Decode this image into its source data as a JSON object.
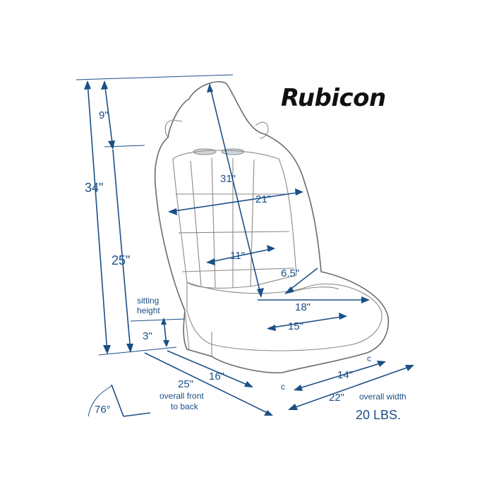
{
  "brand": "Rubicon",
  "dimensions": {
    "overall_height": "34\"",
    "head_height": "9\"",
    "back_height": "25\"",
    "back_diagonal": "31\"",
    "back_width": "21\"",
    "inner_width": "11\"",
    "bolster_height": "6.5\"",
    "seat_width": "18\"",
    "seat_inner_width": "15\"",
    "sitting_height_label_1": "sitting",
    "sitting_height_label_2": "height",
    "sitting_height": "3\"",
    "seat_depth": "16\"",
    "overall_depth": "25\"",
    "overall_depth_label_1": "overall front",
    "overall_depth_label_2": "to back",
    "base_width": "14\"",
    "overall_width": "22\"",
    "overall_width_label": "overall width",
    "angle": "76°",
    "weight": "20 LBS.",
    "c_mark": "c"
  },
  "colors": {
    "dimension": "#1b4f86",
    "outline": "#6b6b6b",
    "brand": "#111111"
  }
}
